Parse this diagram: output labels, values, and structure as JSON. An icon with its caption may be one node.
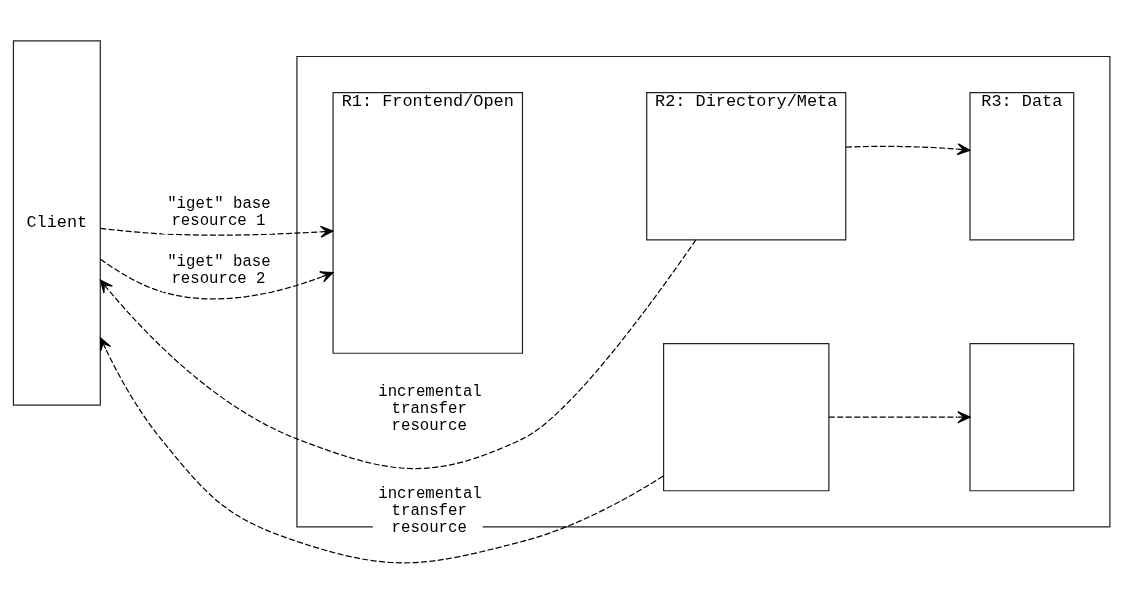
{
  "diagram": {
    "nodes": [
      {
        "text": [
          "Client"
        ]
      },
      {
        "text": [],
        "shape": "box"
      },
      {
        "text": [
          "R1: Frontend/Open"
        ],
        "in": 1
      },
      {
        "text": [
          "R2: Directory/Meta"
        ],
        "in": 1
      },
      {
        "text": [
          "R3: Data"
        ],
        "in": 1
      },
      {
        "text": [],
        "shape": "box",
        "in": 1
      },
      {
        "text": [],
        "shape": "box",
        "in": 1
      }
    ],
    "edges": [
      {
        "from": 0,
        "to": 2,
        "arrow": "to",
        "label": "\"iget\" base resource 1"
      },
      {
        "from": 3,
        "to": 4,
        "arrow": "to"
      },
      {
        "from": 3,
        "to": 0,
        "arrow": "to",
        "label": "incremental transfer resource"
      },
      {
        "from": 0,
        "to": 2,
        "arrow": "to",
        "label": "\"iget\" base resource 2"
      },
      {
        "from": 5,
        "to": 6,
        "arrow": "to"
      },
      {
        "from": 5,
        "to": 0,
        "arrow": "to",
        "label": "incremental transfer resource"
      }
    ]
  }
}
